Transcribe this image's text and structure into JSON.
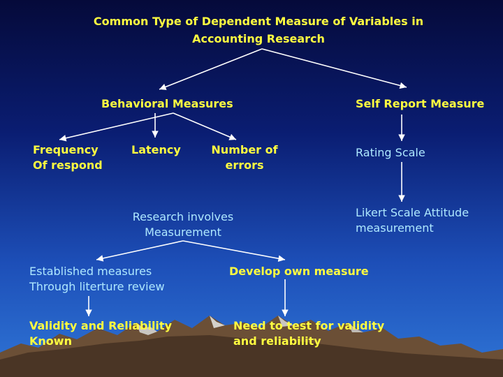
{
  "title": "Common Type of Dependent Measure of Variables in Accounting Research",
  "behavioral": {
    "label": "Behavioral Measures",
    "frequency": "Frequency Of respond",
    "latency": "Latency",
    "errors": "Number of errors"
  },
  "self_report": {
    "label": "Self Report Measure",
    "rating": "Rating Scale",
    "likert": "Likert Scale Attitude measurement"
  },
  "research": {
    "label": "Research involves Measurement",
    "established": "Established measures Through literture review",
    "validity": "Validity and Reliability Known",
    "develop": "Develop own measure",
    "need_test": "Need to test for validity and reliability"
  },
  "colors": {
    "heading": "#fffd40",
    "body": "#aee8ff",
    "arrow": "#ffffff"
  }
}
